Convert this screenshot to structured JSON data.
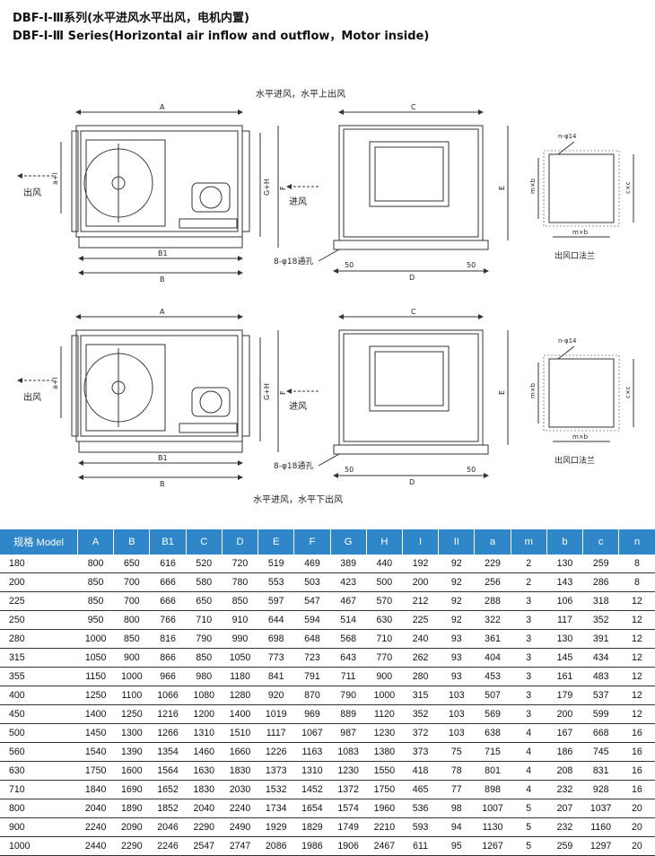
{
  "title_cn": "DBF-Ⅰ-Ⅲ系列(水平进风水平出风，电机内置)",
  "title_en": "DBF-Ⅰ-Ⅲ Series(Horizontal air inflow and outflow，Motor inside)",
  "drawing": {
    "top_caption": "水平进风，水平上出风",
    "bottom_caption": "水平进风，水平下出风",
    "outlet_label": "出风",
    "inlet_label": "进风",
    "flange_label": "出风口法兰",
    "hole_label": "8-φ18通孔",
    "dim_A": "A",
    "dim_B": "B",
    "dim_B1": "B1",
    "dim_C": "C",
    "dim_D": "D",
    "dim_E": "E",
    "dim_F": "F",
    "dim_GH": "G+H",
    "dim_a_l": "a+l",
    "dim_50": "50",
    "dim_nphi": "n-φ14",
    "dim_mb": "m×b",
    "dim_cc": "c×c"
  },
  "table": {
    "headers": [
      "规格 Model",
      "A",
      "B",
      "B1",
      "C",
      "D",
      "E",
      "F",
      "G",
      "H",
      "I",
      "II",
      "a",
      "m",
      "b",
      "c",
      "n"
    ],
    "rows": [
      [
        "180",
        "800",
        "650",
        "616",
        "520",
        "720",
        "519",
        "469",
        "389",
        "440",
        "192",
        "92",
        "229",
        "2",
        "130",
        "259",
        "8"
      ],
      [
        "200",
        "850",
        "700",
        "666",
        "580",
        "780",
        "553",
        "503",
        "423",
        "500",
        "200",
        "92",
        "256",
        "2",
        "143",
        "286",
        "8"
      ],
      [
        "225",
        "850",
        "700",
        "666",
        "650",
        "850",
        "597",
        "547",
        "467",
        "570",
        "212",
        "92",
        "288",
        "3",
        "106",
        "318",
        "12"
      ],
      [
        "250",
        "950",
        "800",
        "766",
        "710",
        "910",
        "644",
        "594",
        "514",
        "630",
        "225",
        "92",
        "322",
        "3",
        "117",
        "352",
        "12"
      ],
      [
        "280",
        "1000",
        "850",
        "816",
        "790",
        "990",
        "698",
        "648",
        "568",
        "710",
        "240",
        "93",
        "361",
        "3",
        "130",
        "391",
        "12"
      ],
      [
        "315",
        "1050",
        "900",
        "866",
        "850",
        "1050",
        "773",
        "723",
        "643",
        "770",
        "262",
        "93",
        "404",
        "3",
        "145",
        "434",
        "12"
      ],
      [
        "355",
        "1150",
        "1000",
        "966",
        "980",
        "1180",
        "841",
        "791",
        "711",
        "900",
        "280",
        "93",
        "453",
        "3",
        "161",
        "483",
        "12"
      ],
      [
        "400",
        "1250",
        "1100",
        "1066",
        "1080",
        "1280",
        "920",
        "870",
        "790",
        "1000",
        "315",
        "103",
        "507",
        "3",
        "179",
        "537",
        "12"
      ],
      [
        "450",
        "1400",
        "1250",
        "1216",
        "1200",
        "1400",
        "1019",
        "969",
        "889",
        "1120",
        "352",
        "103",
        "569",
        "3",
        "200",
        "599",
        "12"
      ],
      [
        "500",
        "1450",
        "1300",
        "1266",
        "1310",
        "1510",
        "1117",
        "1067",
        "987",
        "1230",
        "372",
        "103",
        "638",
        "4",
        "167",
        "668",
        "16"
      ],
      [
        "560",
        "1540",
        "1390",
        "1354",
        "1460",
        "1660",
        "1226",
        "1163",
        "1083",
        "1380",
        "373",
        "75",
        "715",
        "4",
        "186",
        "745",
        "16"
      ],
      [
        "630",
        "1750",
        "1600",
        "1564",
        "1630",
        "1830",
        "1373",
        "1310",
        "1230",
        "1550",
        "418",
        "78",
        "801",
        "4",
        "208",
        "831",
        "16"
      ],
      [
        "710",
        "1840",
        "1690",
        "1652",
        "1830",
        "2030",
        "1532",
        "1452",
        "1372",
        "1750",
        "465",
        "77",
        "898",
        "4",
        "232",
        "928",
        "16"
      ],
      [
        "800",
        "2040",
        "1890",
        "1852",
        "2040",
        "2240",
        "1734",
        "1654",
        "1574",
        "1960",
        "536",
        "98",
        "1007",
        "5",
        "207",
        "1037",
        "20"
      ],
      [
        "900",
        "2240",
        "2090",
        "2046",
        "2290",
        "2490",
        "1929",
        "1829",
        "1749",
        "2210",
        "593",
        "94",
        "1130",
        "5",
        "232",
        "1160",
        "20"
      ],
      [
        "1000",
        "2440",
        "2290",
        "2246",
        "2547",
        "2747",
        "2086",
        "1986",
        "1906",
        "2467",
        "611",
        "95",
        "1267",
        "5",
        "259",
        "1297",
        "20"
      ]
    ]
  }
}
